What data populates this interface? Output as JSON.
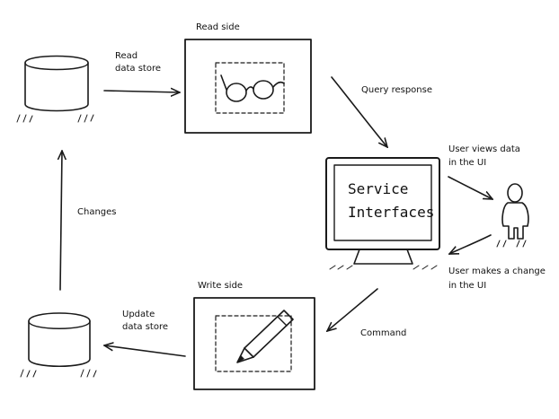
{
  "labels": {
    "read_side": "Read side",
    "read_data_store_1": "Read",
    "read_data_store_2": "data store",
    "query_response": "Query response",
    "user_views_1": "User views data",
    "user_views_2": "in the UI",
    "service_1": "Service",
    "service_2": "Interfaces",
    "changes": "Changes",
    "write_side": "Write side",
    "update_store_1": "Update",
    "update_store_2": "data store",
    "user_change_1": "User makes a change",
    "user_change_2": "in the UI",
    "command": "Command"
  },
  "icons": {
    "read_store": "database-cylinder-icon",
    "write_store": "database-cylinder-icon",
    "read_view": "glasses-icon",
    "write_edit": "pencil-icon",
    "monitor": "monitor-icon",
    "user": "person-icon"
  },
  "colors": {
    "ink": "#1a1a1a",
    "background": "#ffffff"
  }
}
